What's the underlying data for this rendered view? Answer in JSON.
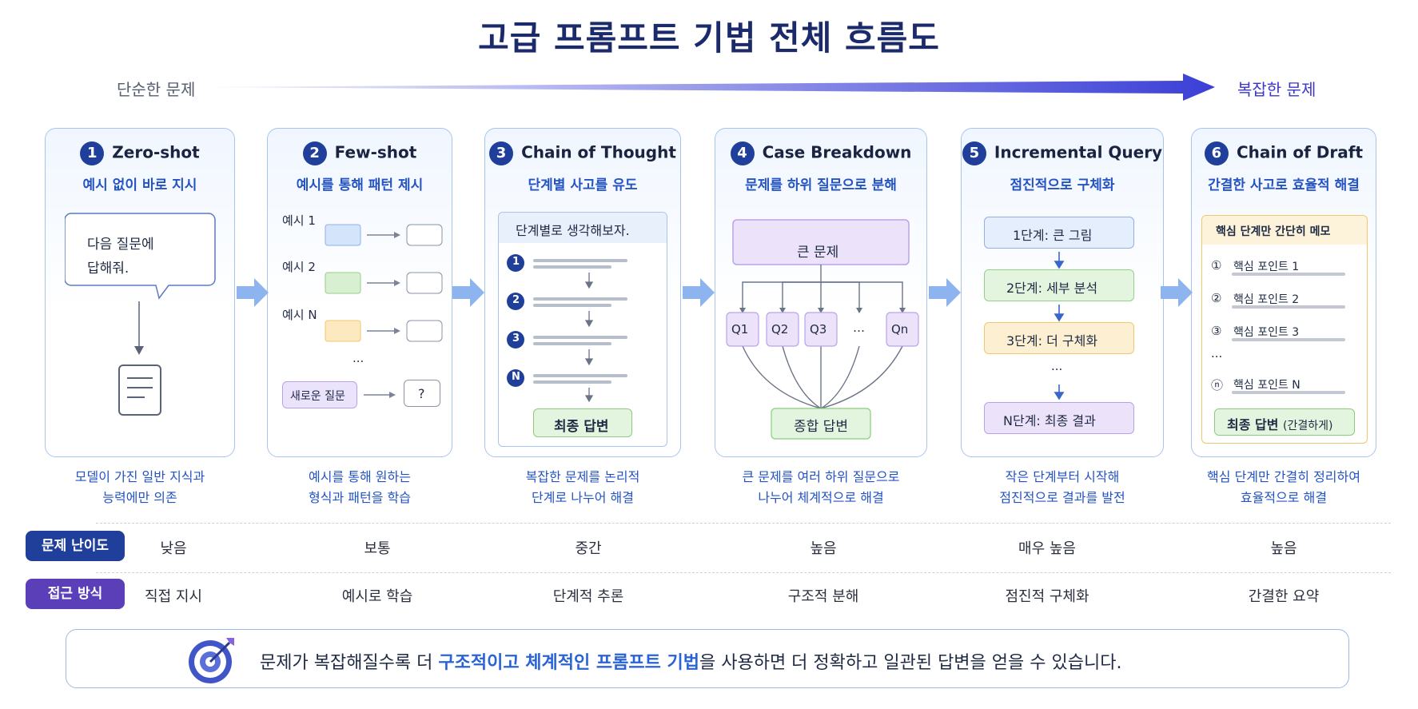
{
  "title": "고급 프롬프트 기법 전체 흐름도",
  "progression": {
    "left": "단순한 문제",
    "right": "복잡한 문제"
  },
  "cards": [
    {
      "num": "1",
      "name": "Zero-shot",
      "subtitle": "예시 없이 바로 지시",
      "bubble_line1": "다음 질문에",
      "bubble_line2": "답해줘.",
      "desc_line1": "모델이 가진 일반 지식과",
      "desc_line2": "능력에만 의존"
    },
    {
      "num": "2",
      "name": "Few-shot",
      "subtitle": "예시를 통해 패턴 제시",
      "examples": [
        "예시 1",
        "예시 2",
        "예시 N"
      ],
      "ellipsis": "...",
      "new_question": "새로운 질문",
      "question_mark": "?",
      "desc_line1": "예시를 통해 원하는",
      "desc_line2": "형식과 패턴을 학습"
    },
    {
      "num": "3",
      "name": "Chain of Thought",
      "subtitle": "단계별 사고를 유도",
      "panel_title": "단계별로 생각해보자.",
      "steps": [
        "1",
        "2",
        "3",
        "N"
      ],
      "final": "최종 답변",
      "desc_line1": "복잡한 문제를 논리적",
      "desc_line2": "단계로 나누어 해결"
    },
    {
      "num": "4",
      "name": "Case Breakdown",
      "subtitle": "문제를 하위 질문으로 분해",
      "big_problem": "큰 문제",
      "questions": [
        "Q1",
        "Q2",
        "Q3",
        "…",
        "Qn"
      ],
      "synthesis": "종합 답변",
      "desc_line1": "큰 문제를 여러 하위 질문으로",
      "desc_line2": "나누어 체계적으로 해결"
    },
    {
      "num": "5",
      "name": "Incremental Query",
      "subtitle": "점진적으로 구체화",
      "stages": [
        "1단계: 큰 그림",
        "2단계: 세부 분석",
        "3단계: 더 구체화",
        "N단계: 최종 결과"
      ],
      "ellipsis": "...",
      "desc_line1": "작은 단계부터 시작해",
      "desc_line2": "점진적으로 결과를 발전"
    },
    {
      "num": "6",
      "name": "Chain of Draft",
      "subtitle": "간결한 사고로 효율적 해결",
      "memo_title": "핵심 단계만 간단히 메모",
      "points": [
        {
          "mark": "①",
          "label": "핵심 포인트 1"
        },
        {
          "mark": "②",
          "label": "핵심 포인트 2"
        },
        {
          "mark": "③",
          "label": "핵심 포인트 3"
        },
        {
          "mark": "ⓝ",
          "label": "핵심 포인트 N"
        }
      ],
      "ellipsis": "...",
      "final": "최종 답변",
      "final_note": "(간결하게)",
      "desc_line1": "핵심 단계만 간결히 정리하여",
      "desc_line2": "효율적으로 해결"
    }
  ],
  "rows": [
    {
      "label": "문제 난이도",
      "color": "#1f3f9a",
      "values": [
        "낮음",
        "보통",
        "중간",
        "높음",
        "매우 높음",
        "높음"
      ]
    },
    {
      "label": "접근 방식",
      "color": "#5b3fb8",
      "values": [
        "직접 지시",
        "예시로 학습",
        "단계적 추론",
        "구조적 분해",
        "점진적 구체화",
        "간결한 요약"
      ]
    }
  ],
  "callout": {
    "before": "문제가 복잡해질수록 더 ",
    "highlight": "구조적이고 체계적인 프롬프트 기법",
    "after": "을 사용하면 더 정확하고 일관된 답변을 얻을 수 있습니다."
  },
  "colors": {
    "accent": "#1f3f9a",
    "blue_text": "#2453c4",
    "purple": "#5b3fb8"
  }
}
